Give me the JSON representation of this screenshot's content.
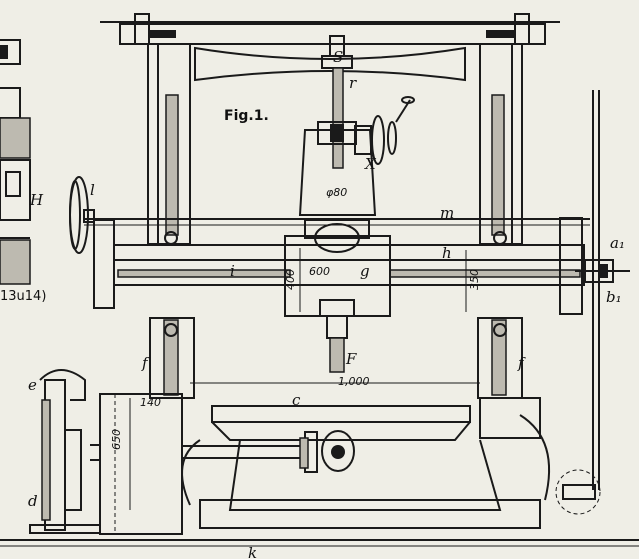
{
  "figure": {
    "title": "Fig.1."
  },
  "labels": {
    "S": "S",
    "r": "r",
    "X": "X",
    "l": "l",
    "m": "m",
    "h": "h",
    "i": "i",
    "g": "g",
    "a1": "a₁",
    "b1": "b₁",
    "F": "F",
    "f_left": "f",
    "f_right": "f",
    "e": "e",
    "d": "d",
    "c": "c",
    "H": "H",
    "k": "k"
  },
  "dimensions": {
    "d80": "φ80",
    "d600": "600",
    "d400": "400",
    "d350": "350",
    "d1000": "1,000",
    "d140": "140",
    "d650": "650"
  },
  "side_note": "13u14)"
}
